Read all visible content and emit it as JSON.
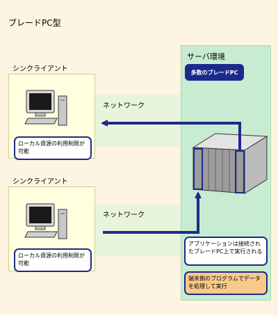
{
  "title": "ブレードPC型",
  "server": {
    "title": "サーバ環境",
    "badge": "多数のブレードPC",
    "note_execution": "アプリケーションは接続されたブレードPC上で実行される",
    "note_processing": "端末側のプログラムでデータを処理して実行"
  },
  "clients": [
    {
      "label": "シンクライアント",
      "note": "ローカル資源の利用制限が可能"
    },
    {
      "label": "シンクライアント",
      "note": "ローカル資源の利用制限が可能"
    }
  ],
  "network": [
    {
      "label": "ネットワーク"
    },
    {
      "label": "ネットワーク"
    }
  ],
  "icons": [
    "desktop-pc-icon",
    "blade-server-icon"
  ],
  "colors": {
    "arrow": "#1c2a8c",
    "server_panel": "#c7ecd1",
    "client_panel": "#ffffe0",
    "highlight": "#f9c98a"
  }
}
